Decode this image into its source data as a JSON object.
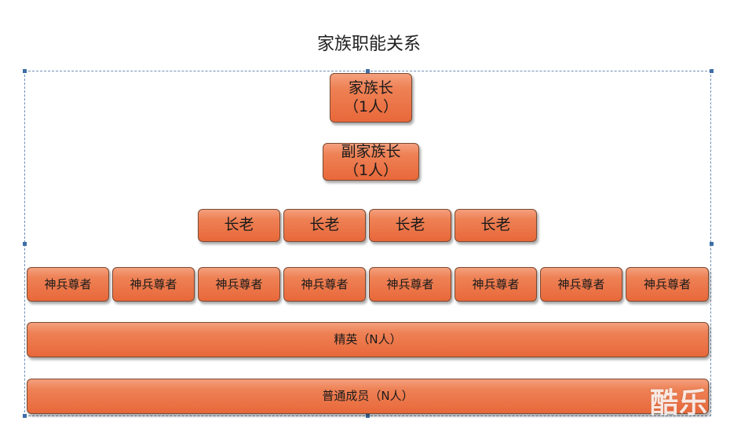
{
  "diagram": {
    "title": "家族职能关系",
    "leader": {
      "line1": "家族长",
      "line2": "（1人）"
    },
    "vice_leader": {
      "line1": "副家族长",
      "line2": "（1人）"
    },
    "elders": [
      "长老",
      "长老",
      "长老",
      "长老"
    ],
    "guardians": [
      "神兵尊者",
      "神兵尊者",
      "神兵尊者",
      "神兵尊者",
      "神兵尊者",
      "神兵尊者",
      "神兵尊者",
      "神兵尊者"
    ],
    "elite": "精英（N人）",
    "members": "普通成员（N人）"
  },
  "watermark": "酷乐"
}
